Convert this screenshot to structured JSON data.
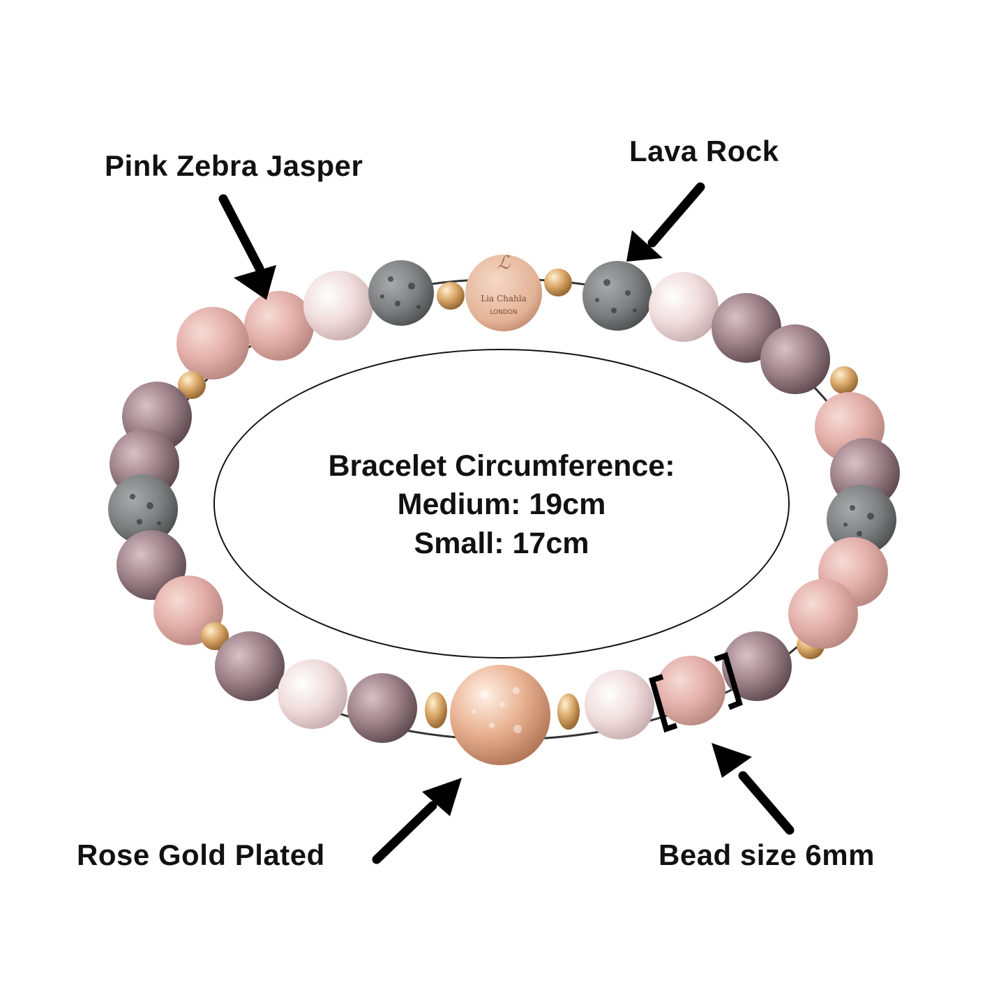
{
  "labels": {
    "pink_zebra_jasper": "Pink Zebra Jasper",
    "lava_rock": "Lava Rock",
    "rose_gold_plated": "Rose Gold Plated",
    "bead_size": "Bead size 6mm"
  },
  "info": {
    "title": "Bracelet Circumference:",
    "medium": "Medium: 19cm",
    "small": "Small: 17cm"
  },
  "charm": {
    "brand": "Lia Chahla",
    "city": "LONDON"
  },
  "colors": {
    "jasper_pink": "#e8b8b0",
    "jasper_dark": "#8a7078",
    "lava_gray": "#7c7e80",
    "gold": "#d9a86a",
    "rose_gold": "#e8b090",
    "text": "#111111"
  }
}
